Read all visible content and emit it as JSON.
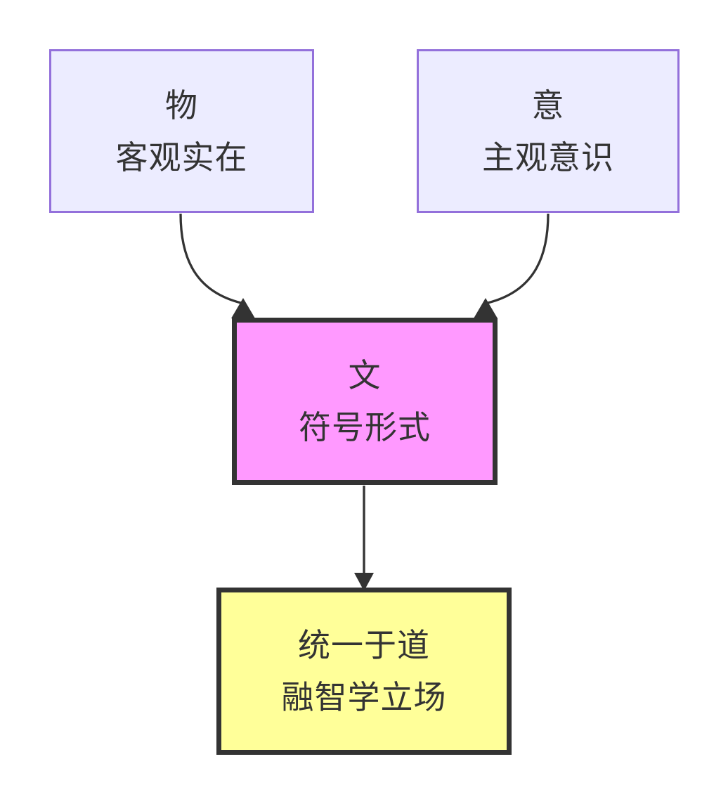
{
  "diagram_type": "flowchart-top-down",
  "background": "#FFFFFF",
  "text_color": "#333333",
  "edge_color": "#333333",
  "nodes": {
    "wu": {
      "line1": "物",
      "line2": "客观实在",
      "fill": "#ECECFF",
      "border": "#9370DB"
    },
    "yi": {
      "line1": "意",
      "line2": "主观意识",
      "fill": "#ECECFF",
      "border": "#9370DB"
    },
    "wen": {
      "line1": "文",
      "line2": "符号形式",
      "fill": "#FF99FF",
      "border": "#333333"
    },
    "dao": {
      "line1": "统一于道",
      "line2": "融智学立场",
      "fill": "#FFFF99",
      "border": "#333333"
    }
  },
  "edges": [
    {
      "from": "物 客观实在",
      "to": "文 符号形式",
      "shape": "curved",
      "arrow": "filled-triangle"
    },
    {
      "from": "意 主观意识",
      "to": "文 符号形式",
      "shape": "curved",
      "arrow": "filled-triangle"
    },
    {
      "from": "文 符号形式",
      "to": "统一于道 融智学立场",
      "shape": "straight",
      "arrow": "filled-triangle"
    }
  ]
}
